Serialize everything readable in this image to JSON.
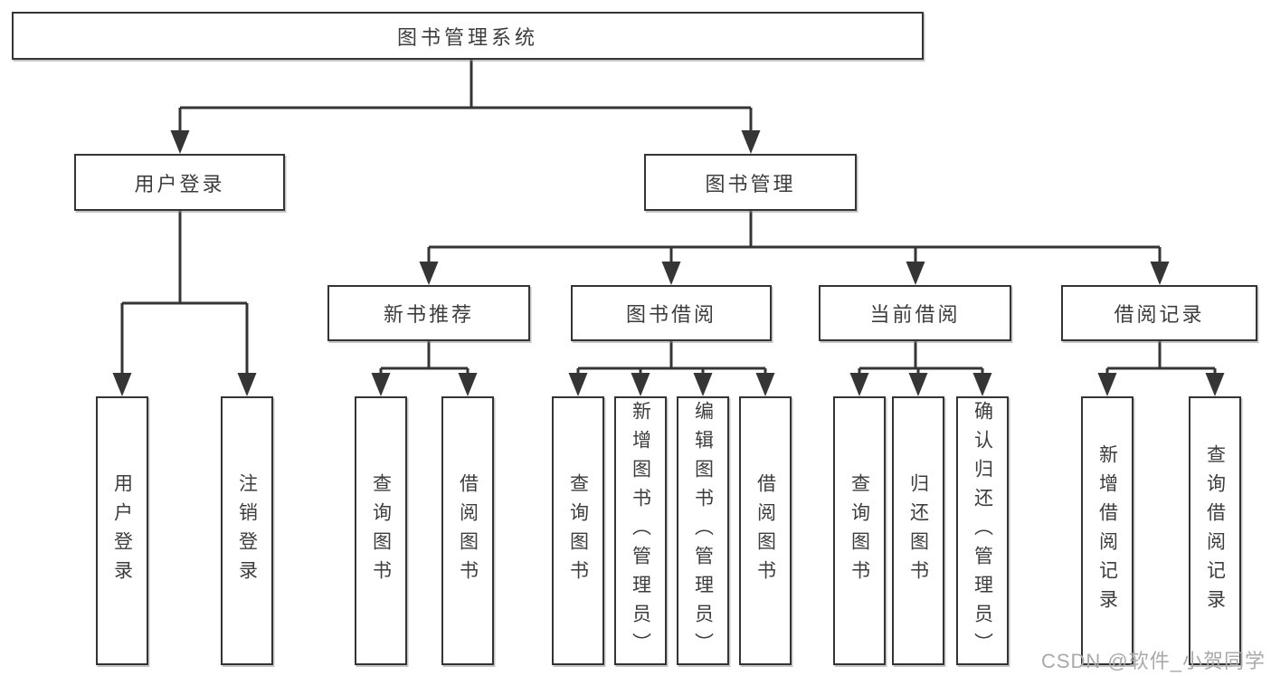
{
  "tree": {
    "label": "图书管理系统",
    "children": [
      {
        "label": "用户登录",
        "children": [
          {
            "label": "用户登录"
          },
          {
            "label": "注销登录"
          }
        ]
      },
      {
        "label": "图书管理",
        "children": [
          {
            "label": "新书推荐",
            "children": [
              {
                "label": "查询图书"
              },
              {
                "label": "借阅图书"
              }
            ]
          },
          {
            "label": "图书借阅",
            "children": [
              {
                "label": "查询图书"
              },
              {
                "label": "新增图书（管理员）"
              },
              {
                "label": "编辑图书（管理员）"
              },
              {
                "label": "借阅图书"
              }
            ]
          },
          {
            "label": "当前借阅",
            "children": [
              {
                "label": "查询图书"
              },
              {
                "label": "归还图书"
              },
              {
                "label": "确认归还（管理员）"
              }
            ]
          },
          {
            "label": "借阅记录",
            "children": [
              {
                "label": "新增借阅记录"
              },
              {
                "label": "查询借阅记录"
              }
            ]
          }
        ]
      }
    ]
  },
  "watermark": {
    "text": "CSDN @软件_小贺同学"
  },
  "colors": {
    "line": "#353535",
    "box_border": "#343434",
    "text": "#3d3d3d",
    "watermark": "#a9a9a9",
    "background": "#ffffff"
  }
}
